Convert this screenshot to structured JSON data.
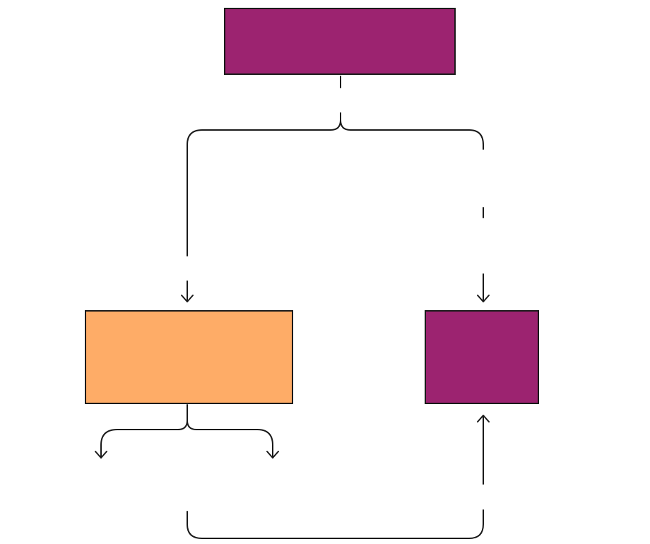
{
  "diagram": {
    "type": "flowchart",
    "nodes": [
      {
        "id": "top",
        "label": "",
        "color": "#9c2370"
      },
      {
        "id": "left",
        "label": "",
        "color": "#feac67"
      },
      {
        "id": "right",
        "label": "",
        "color": "#9c2370"
      }
    ],
    "edges": [
      {
        "id": "top-to-left",
        "from": "top",
        "to": "left",
        "label": ""
      },
      {
        "id": "top-to-right",
        "from": "top",
        "to": "right",
        "label": ""
      },
      {
        "id": "left-split",
        "from": "left",
        "to": "",
        "label": ""
      },
      {
        "id": "bottom-loop-to-right",
        "from": "",
        "to": "right",
        "label": ""
      }
    ]
  }
}
